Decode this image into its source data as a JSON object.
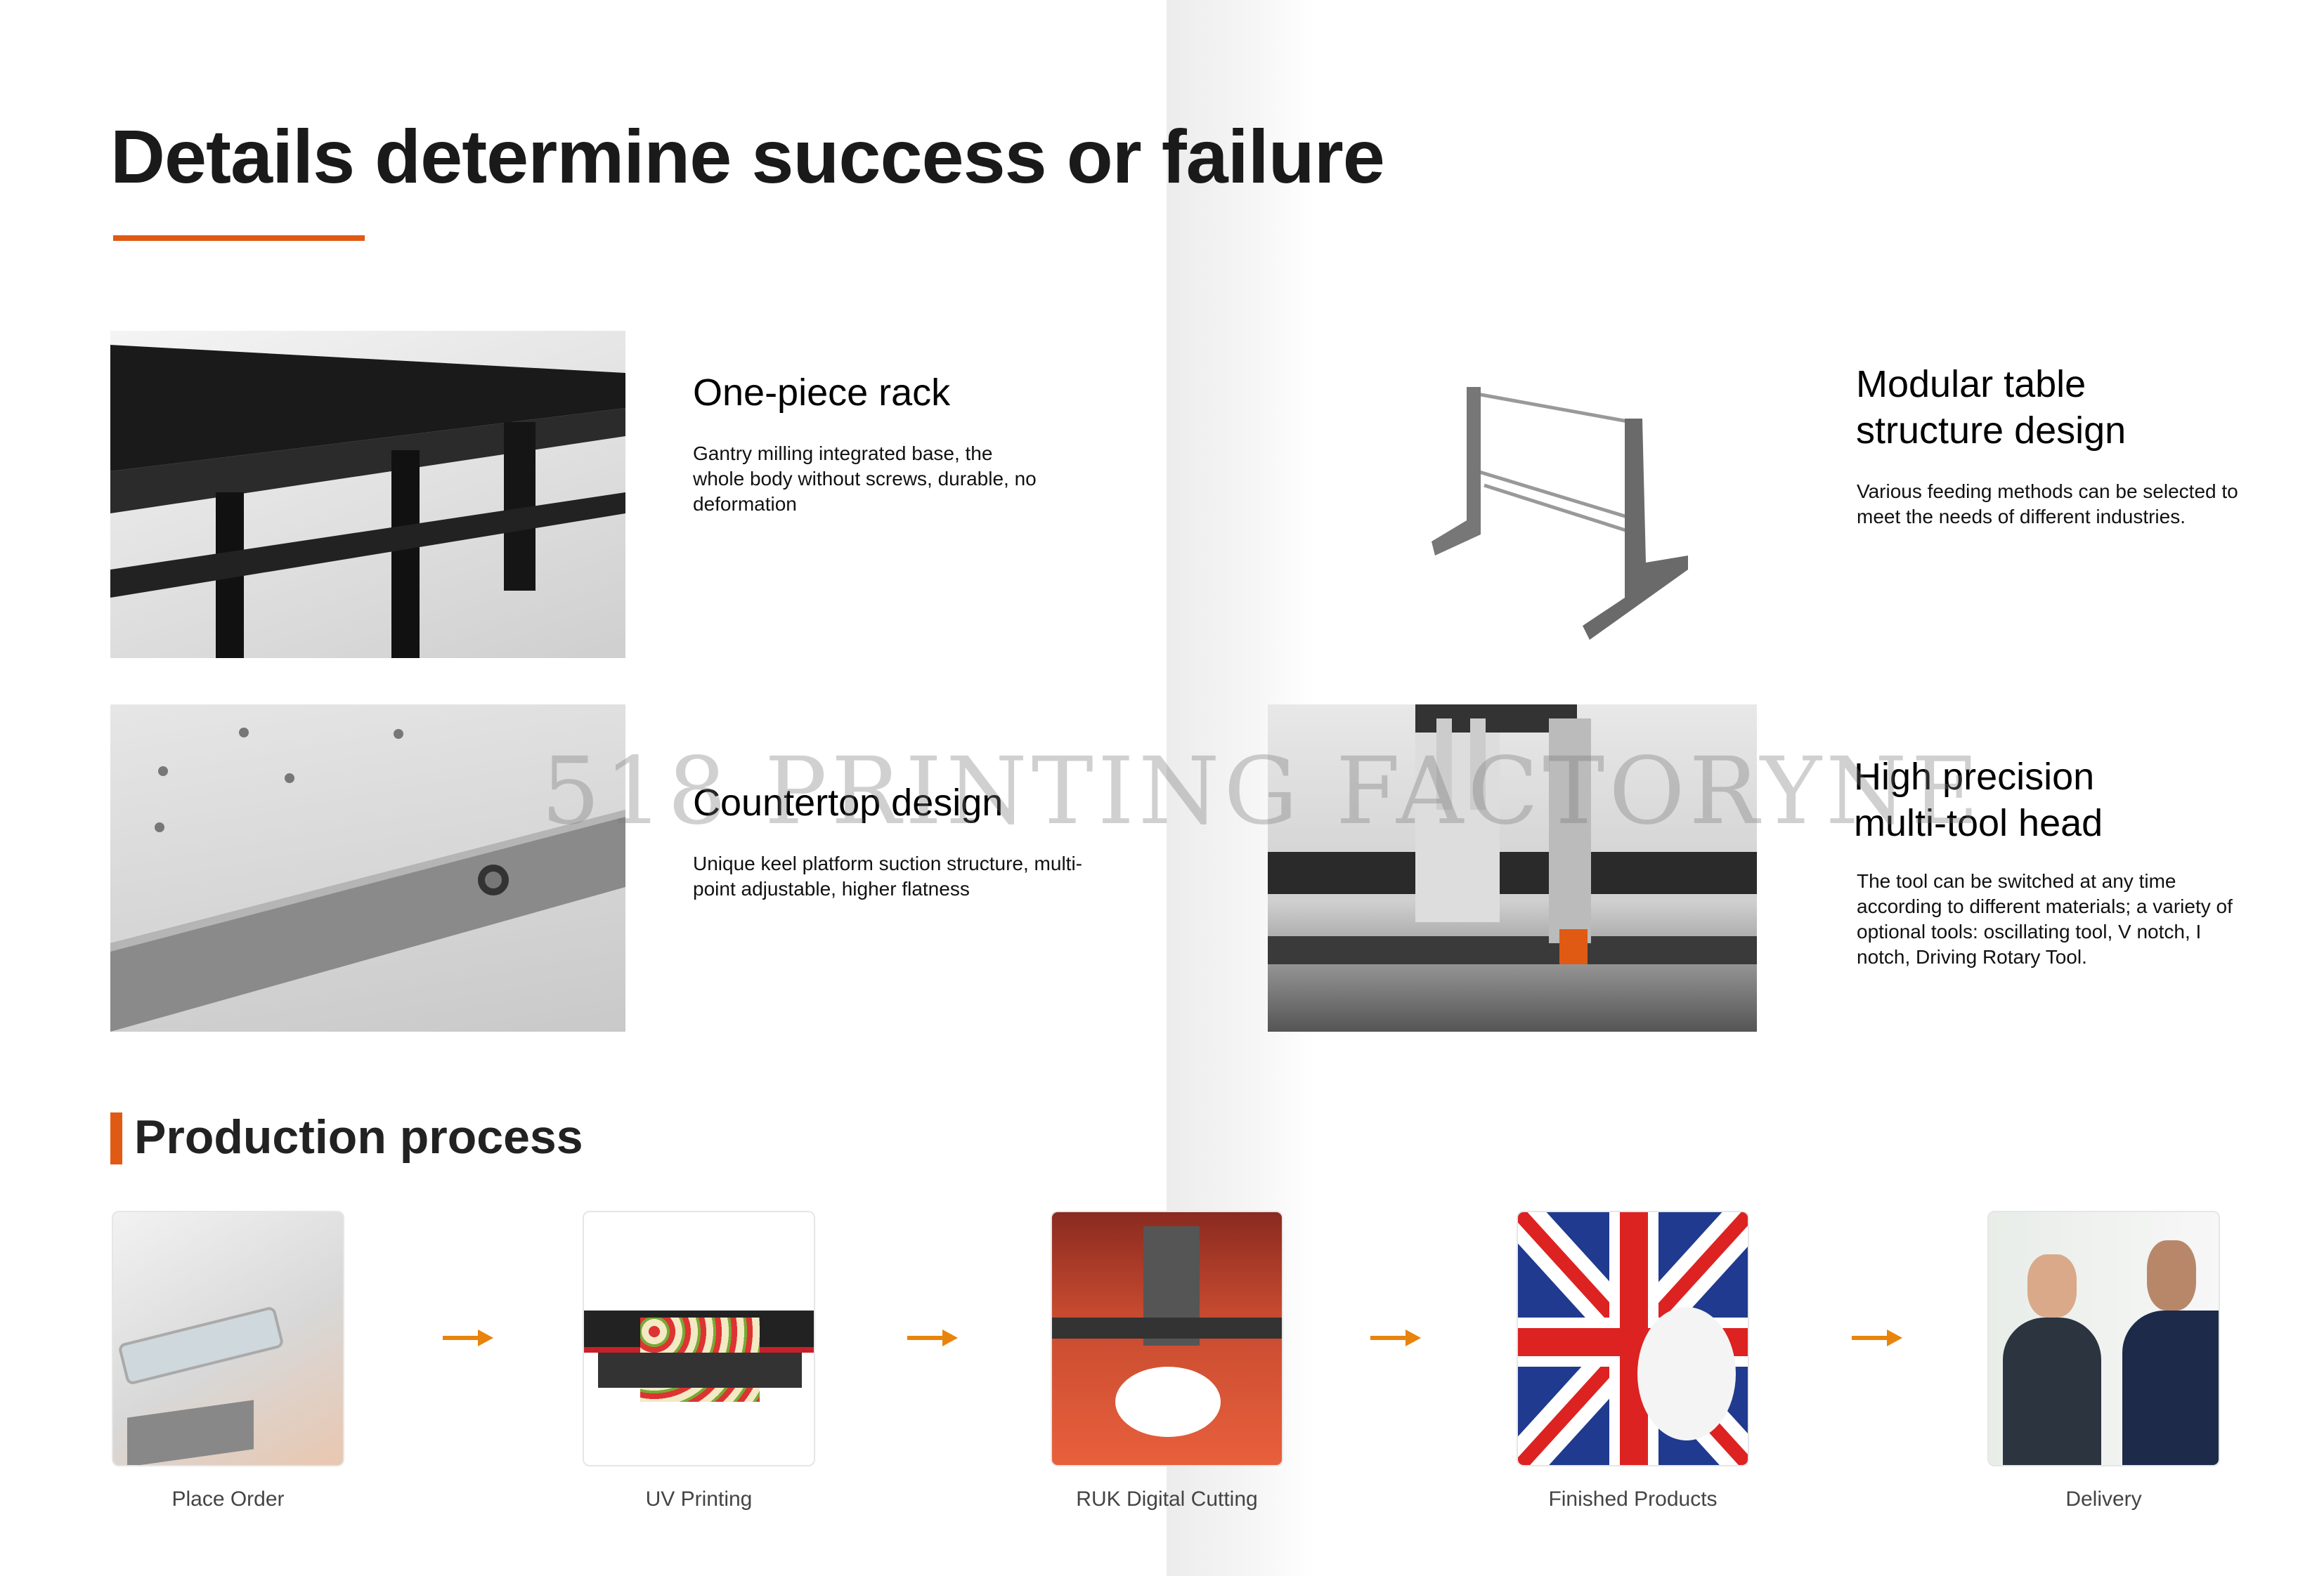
{
  "title": "Details determine success or failure",
  "features": [
    {
      "title": "One-piece rack",
      "description": "Gantry milling integrated base, the whole body without screws, durable, no deformation"
    },
    {
      "title": "Countertop design",
      "description": "Unique keel platform suction structure, multi-point adjustable, higher flatness"
    },
    {
      "title_line1": "Modular table",
      "title_line2": "structure design",
      "description": "Various feeding methods can be selected to meet the needs of different industries."
    },
    {
      "title_line1": "High precision",
      "title_line2": "multi-tool head",
      "description": "The tool can be switched at any time according to different materials; a variety of optional tools: oscillating tool, V notch, I notch, Driving Rotary Tool."
    }
  ],
  "watermark": "518 PRINTING FACTORYNE",
  "process": {
    "title": "Production process",
    "steps": [
      "Place Order",
      "UV Printing",
      "RUK Digital Cutting",
      "Finished Products",
      "Delivery"
    ]
  },
  "colors": {
    "accent": "#e05a14",
    "arrow": "#e8840c"
  }
}
